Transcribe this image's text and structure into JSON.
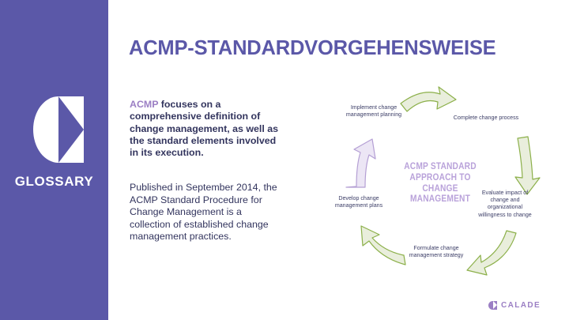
{
  "sidebar": {
    "background_color": "#5b58a8",
    "label": "GLOSSARY",
    "logo_icon": "calade-logo-icon"
  },
  "header": {
    "title": "ACMP-STANDARDVORGEHENSWEISE",
    "title_color": "#5b58a8"
  },
  "content": {
    "lead_accent": "ACMP",
    "lead_rest": " focuses on a comprehensive definition of change management, as well as the standard elements involved in its execution.",
    "body": "Published in September 2014, the ACMP Standard Procedure for Change Management is a collection of established change management practices.",
    "accent_color": "#9b7fc4",
    "text_color": "#33355e"
  },
  "diagram": {
    "type": "cycle",
    "center_text": "ACMP STANDARD APPROACH TO CHANGE MANAGEMENT",
    "center_text_color": "#b9a2da",
    "arrow_green_fill": "#e9eedc",
    "arrow_green_stroke": "#8cb04a",
    "arrow_purple_fill": "#ece6f5",
    "arrow_purple_stroke": "#b49fd4",
    "label_color": "#3b3d66",
    "steps": [
      {
        "id": "implement",
        "label": "Implement change management planning"
      },
      {
        "id": "complete",
        "label": "Complete change process"
      },
      {
        "id": "evaluate",
        "label": "Evaluate impact of change and organizational willingness to change"
      },
      {
        "id": "formulate",
        "label": "Formulate change management strategy"
      },
      {
        "id": "develop",
        "label": "Develop change management plans"
      }
    ],
    "arrows": [
      {
        "id": "arrow-top",
        "color": "green",
        "direction": "right"
      },
      {
        "id": "arrow-right",
        "color": "green",
        "direction": "down"
      },
      {
        "id": "arrow-bottom-right",
        "color": "green",
        "direction": "down-left"
      },
      {
        "id": "arrow-bottom-left",
        "color": "green",
        "direction": "up-left"
      },
      {
        "id": "arrow-left",
        "color": "purple",
        "direction": "up"
      }
    ]
  },
  "footer": {
    "brand_name": "CALADE",
    "brand_color": "#9b7fc4",
    "logo_icon": "calade-logo-icon"
  }
}
